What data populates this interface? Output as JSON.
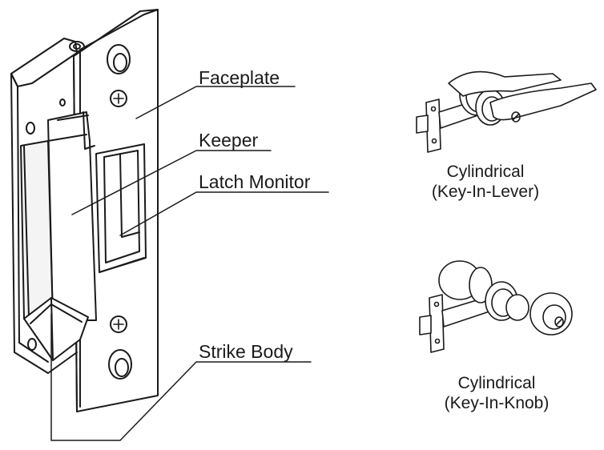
{
  "callouts": {
    "faceplate": "Faceplate",
    "keeper": "Keeper",
    "latch_monitor": "Latch Monitor",
    "strike_body": "Strike Body"
  },
  "locks": {
    "lever": {
      "line1": "Cylindrical",
      "line2": "(Key-In-Lever)"
    },
    "knob": {
      "line1": "Cylindrical",
      "line2": "(Key-In-Knob)"
    }
  },
  "colors": {
    "stroke": "#1a1a1a",
    "background": "#ffffff",
    "shade": "#e6e6e6"
  }
}
